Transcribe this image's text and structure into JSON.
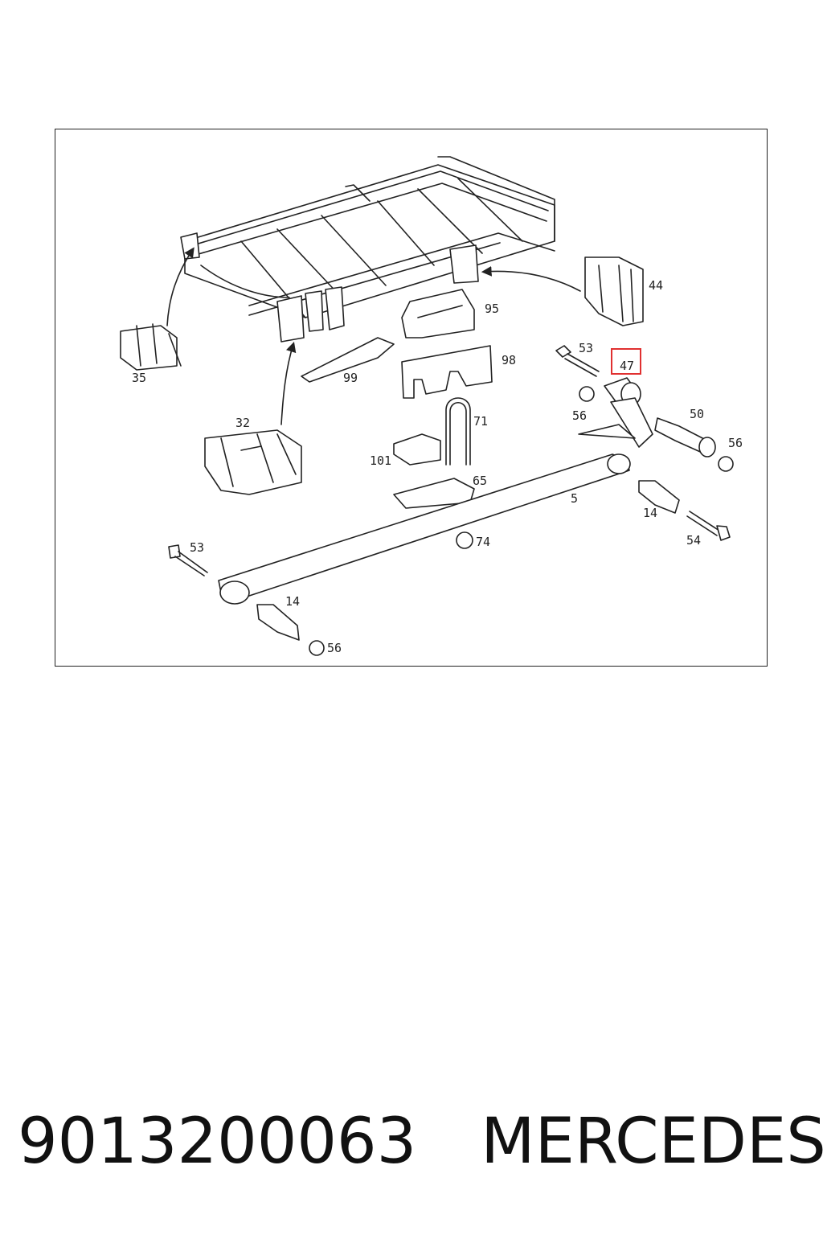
{
  "diagram": {
    "callouts": [
      "35",
      "32",
      "99",
      "95",
      "98",
      "44",
      "53",
      "47",
      "56",
      "50",
      "56",
      "71",
      "101",
      "65",
      "5",
      "14",
      "54",
      "74",
      "53",
      "14",
      "56"
    ],
    "highlighted_callout": "47",
    "highlight_color": "#e03030"
  },
  "caption": {
    "part_number": "9013200063",
    "brand": "MERCEDES"
  }
}
